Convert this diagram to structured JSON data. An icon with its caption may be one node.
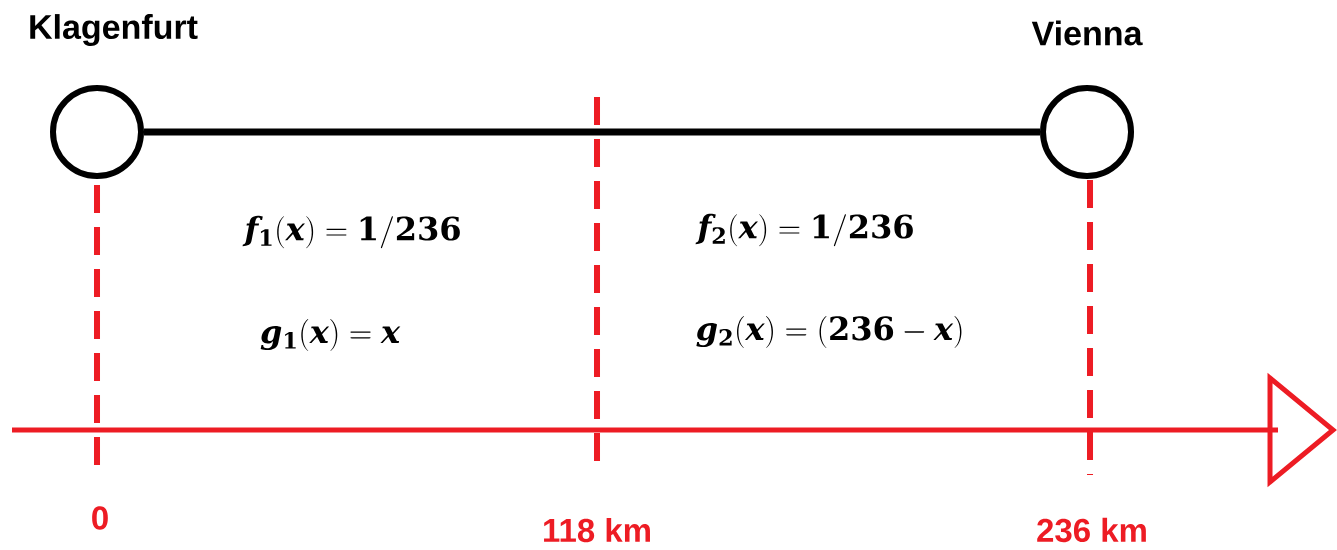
{
  "diagram": {
    "nodes": [
      {
        "text": [
          "Klagenfurt"
        ]
      },
      {
        "text": [
          "Vienna"
        ]
      }
    ],
    "edges": [
      {
        "from": 0,
        "to": 1,
        "arrow": "none"
      }
    ],
    "labels": [
      "f_1(x) = 1/236",
      "g_1(x) = x",
      "f_2(x) = 1/236",
      "g_2(x) = (236 - x)",
      "0",
      "118 km",
      "236 km"
    ]
  }
}
